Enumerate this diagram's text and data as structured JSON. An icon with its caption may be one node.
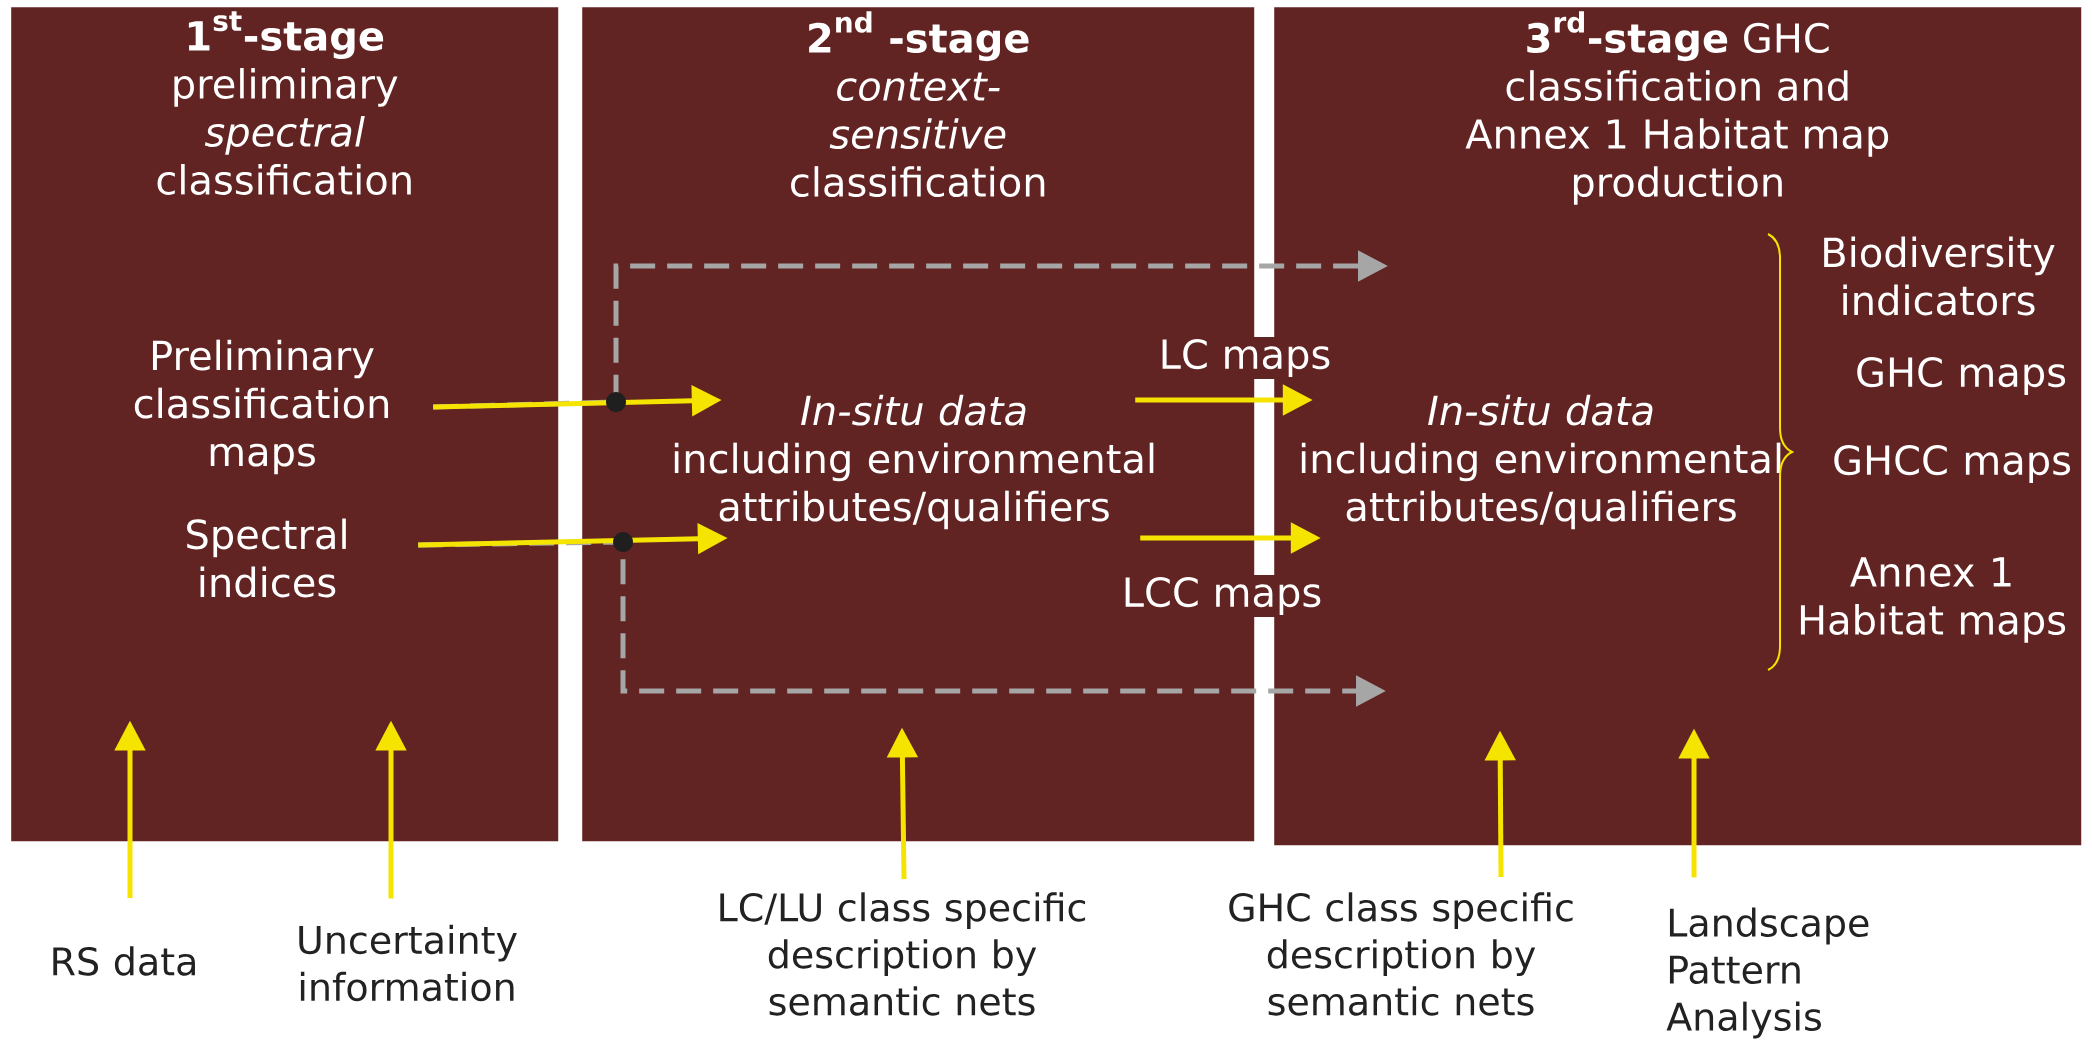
{
  "diagram": {
    "nodes": [
      {
        "text": [
          "\\text{1}^{\\text{st}}\\text{-stage}",
          "preliminary *spectral* classification"
        ]
      },
      {
        "text": [
          "\\text{2}^{\\text{nd}}\\text{ -stage}",
          "*context-sensitive* classification"
        ]
      },
      {
        "text": [
          "\\text{3}^{\\text{rd}}\\text{-stage}",
          "GHC classification and Annex 1 Habitat map production"
        ]
      },
      {
        "text": [
          "Preliminary classification maps"
        ],
        "in": 0
      },
      {
        "text": [
          "Spectral indices"
        ],
        "in": 0
      },
      {
        "text": [
          "In-situ data",
          "including environmental attributes/qualifiers"
        ],
        "in": 1
      },
      {
        "text": [
          "In-situ data",
          "including environmental attributes/qualifiers"
        ],
        "in": 2
      },
      {
        "text": [
          "Biodiversity indicators"
        ],
        "in": 2
      },
      {
        "text": [
          "GHC maps"
        ],
        "in": 2
      },
      {
        "text": [
          "GHCC maps"
        ],
        "in": 2
      },
      {
        "text": [
          "Annex 1 Habitat maps"
        ],
        "in": 2
      },
      {
        "text": [
          "RS data"
        ]
      },
      {
        "text": [
          "Uncertainty information"
        ]
      },
      {
        "text": [
          "LC/LU class specific description by semantic nets"
        ]
      },
      {
        "text": [
          "GHC class specific description by semantic nets"
        ]
      },
      {
        "text": [
          "Landscape Pattern Analysis"
        ]
      }
    ],
    "edges": [
      {
        "from": 3,
        "to": 5,
        "arrow": "to"
      },
      {
        "from": 4,
        "to": 5,
        "arrow": "to"
      },
      {
        "from": 3,
        "to": 2,
        "arrow": "to",
        "style": "dashed",
        "color": "#a6a6a6"
      },
      {
        "from": 4,
        "to": 2,
        "arrow": "to",
        "style": "dashed",
        "color": "#a6a6a6"
      },
      {
        "from": 5,
        "to": 6,
        "arrow": "to",
        "label": "LC maps"
      },
      {
        "from": 5,
        "to": 6,
        "arrow": "to",
        "label": "LCC maps"
      },
      {
        "from": 11,
        "to": 0,
        "arrow": "to"
      },
      {
        "from": 12,
        "to": 0,
        "arrow": "to"
      },
      {
        "from": 13,
        "to": 1,
        "arrow": "to"
      },
      {
        "from": 14,
        "to": 2,
        "arrow": "to"
      },
      {
        "from": 15,
        "to": 2,
        "arrow": "to"
      }
    ]
  }
}
